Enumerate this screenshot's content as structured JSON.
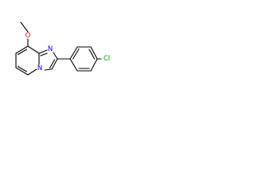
{
  "molecule": {
    "atoms": {
      "oxygen": {
        "label": "O",
        "color": "#ff0000"
      },
      "imidazole_nitrogen": {
        "label": "N",
        "color": "#0000ff"
      },
      "bridgehead_nitrogen": {
        "label": "N",
        "color": "#0000ff"
      },
      "chlorine": {
        "label": "Cl",
        "color": "#00a000"
      }
    },
    "bond_color": "#000000"
  }
}
